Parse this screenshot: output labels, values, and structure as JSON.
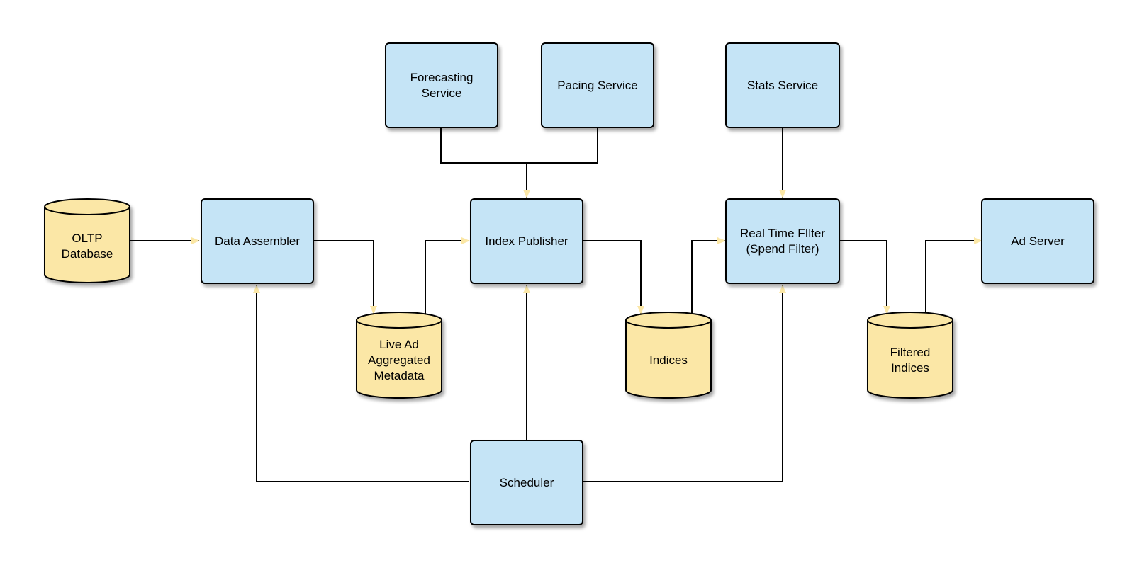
{
  "colors": {
    "service": "#c5e4f6",
    "store": "#fbe7a6",
    "line": "#000000"
  },
  "nodes": {
    "forecasting_service": "Forecasting\nService",
    "pacing_service": "Pacing Service",
    "stats_service": "Stats Service",
    "oltp_database": "OLTP\nDatabase",
    "data_assembler": "Data Assembler",
    "index_publisher": "Index Publisher",
    "real_time_filter": "Real Time FIlter\n(Spend Filter)",
    "ad_server": "Ad Server",
    "live_ad_metadata": "Live Ad\nAggregated\nMetadata",
    "indices": "Indices",
    "filtered_indices": "Filtered\nIndices",
    "scheduler": "Scheduler"
  },
  "edges": [
    [
      "oltp_database",
      "data_assembler"
    ],
    [
      "data_assembler",
      "live_ad_metadata"
    ],
    [
      "live_ad_metadata",
      "index_publisher"
    ],
    [
      "forecasting_service",
      "index_publisher"
    ],
    [
      "pacing_service",
      "index_publisher"
    ],
    [
      "index_publisher",
      "indices"
    ],
    [
      "indices",
      "real_time_filter"
    ],
    [
      "stats_service",
      "real_time_filter"
    ],
    [
      "real_time_filter",
      "filtered_indices"
    ],
    [
      "filtered_indices",
      "ad_server"
    ],
    [
      "scheduler",
      "data_assembler"
    ],
    [
      "scheduler",
      "index_publisher"
    ],
    [
      "scheduler",
      "real_time_filter"
    ]
  ]
}
